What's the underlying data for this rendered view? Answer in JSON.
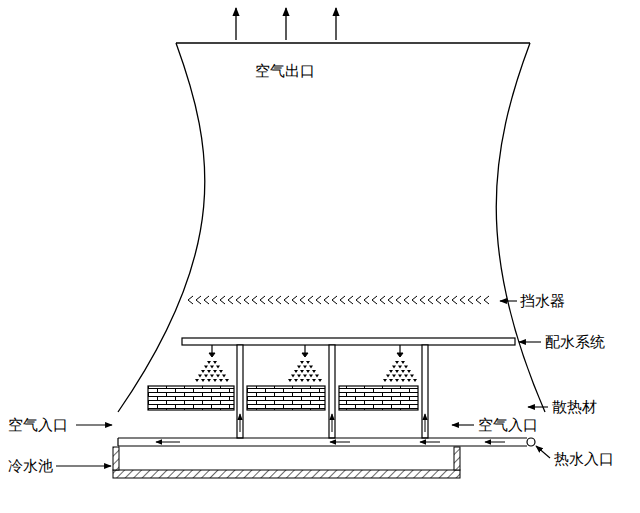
{
  "diagram": {
    "labels": [
      "空气出口",
      "挡水器",
      "配水系统",
      "散热材",
      "空气入口",
      "空气入口",
      "冷水池",
      "热水入口"
    ]
  }
}
